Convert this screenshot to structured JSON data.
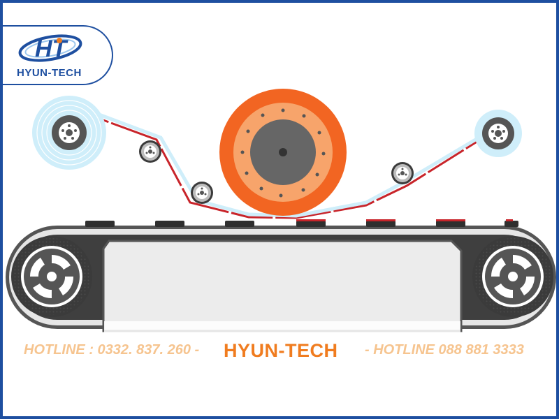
{
  "brand": {
    "logo_letters": "HT",
    "logo_text": "HYUN-TECH"
  },
  "footer": {
    "hotline_left": "HOTLINE : 0332. 837. 260 -",
    "brand_center": "HYUN-TECH",
    "hotline_right": "- HOTLINE 088 881 3333"
  },
  "colors": {
    "frame": "#1e4fa0",
    "tape": "#cfeefa",
    "liner": "#c8242a",
    "drum_outer": "#f26522",
    "drum_mid": "#f7a46b",
    "drum_core": "#666666",
    "belt": "#3b3b3b",
    "hotline_text": "#f6c48f",
    "brand_text": "#f07c1f"
  }
}
